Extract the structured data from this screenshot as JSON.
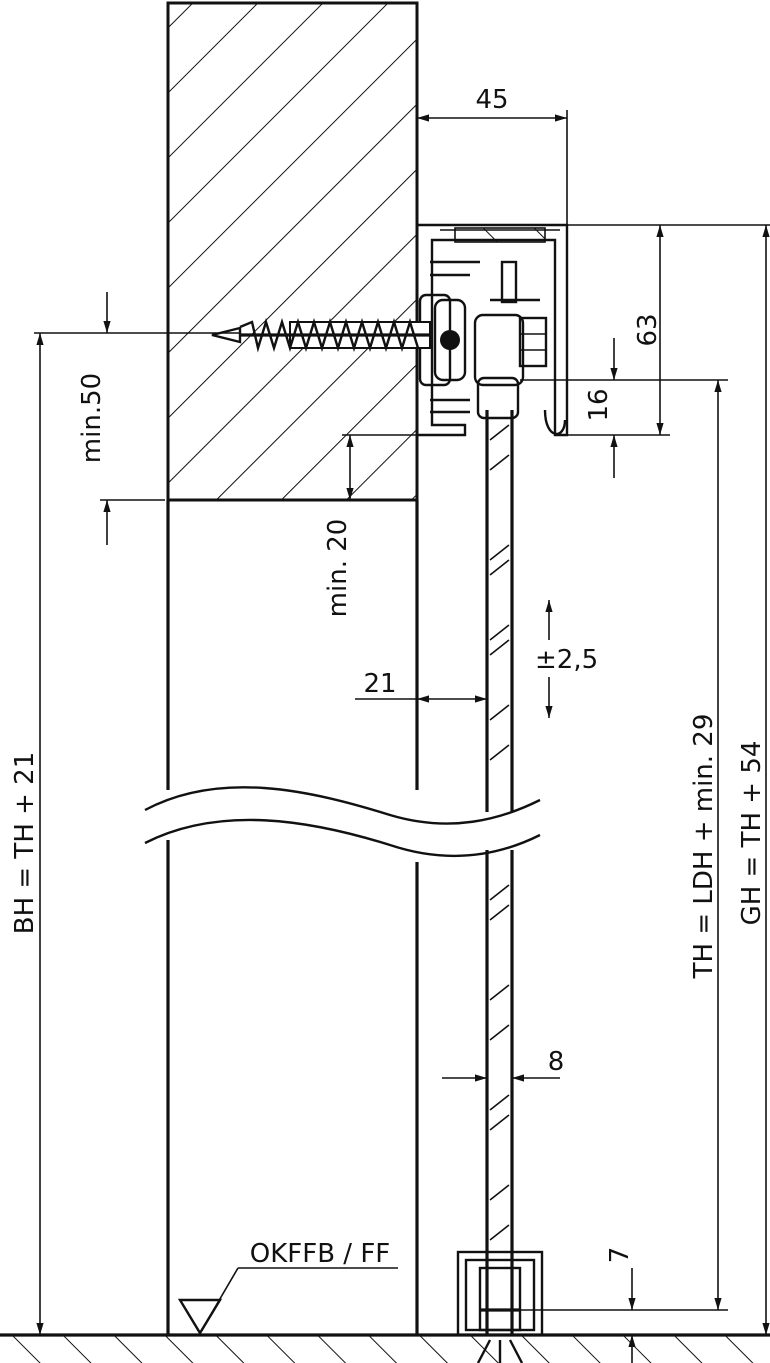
{
  "drawing": {
    "labels": {
      "dim_45": "45",
      "dim_63": "63",
      "dim_16": "16",
      "dim_min50": "min.50",
      "dim_min20": "min. 20",
      "dim_pm25": "±2,5",
      "dim_21": "21",
      "dim_8": "8",
      "dim_7": "7",
      "floor_ref": "OKFFB / FF",
      "bh": "BH = TH + 21",
      "th": "TH = LDH + min. 29",
      "gh": "GH = TH + 54"
    },
    "colors": {
      "line": "#111111",
      "background": "#ffffff"
    }
  }
}
